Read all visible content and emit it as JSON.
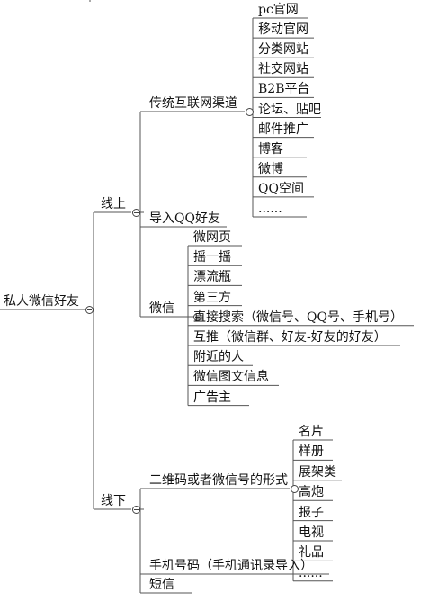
{
  "root": {
    "label": "私人微信好友"
  },
  "branches": [
    {
      "label": "线上",
      "children": [
        {
          "label": "传统互联网渠道",
          "children": [
            "pc官网",
            "移动官网",
            "分类网站",
            "社交网站",
            "B2B平台",
            "论坛、贴吧",
            "邮件推广",
            "博客",
            "微博",
            "QQ空间",
            "......"
          ]
        },
        {
          "label": "导入QQ好友",
          "children": []
        },
        {
          "label": "微信",
          "children": [
            "微网页",
            "摇一摇",
            "漂流瓶",
            "第三方",
            "直接搜索（微信号、QQ号、手机号）",
            "互推（微信群、好友-好友的好友）",
            "附近的人",
            "微信图文信息",
            "广告主"
          ]
        }
      ]
    },
    {
      "label": "线下",
      "children": [
        {
          "label": "二维码或者微信号的形式",
          "children": [
            "名片",
            "样册",
            "展架类",
            "高炮",
            "报子",
            "电视",
            "礼品",
            "......"
          ]
        },
        {
          "label": "手机号码（手机通讯录导入）",
          "children": []
        },
        {
          "label": "短信",
          "children": []
        }
      ]
    }
  ]
}
